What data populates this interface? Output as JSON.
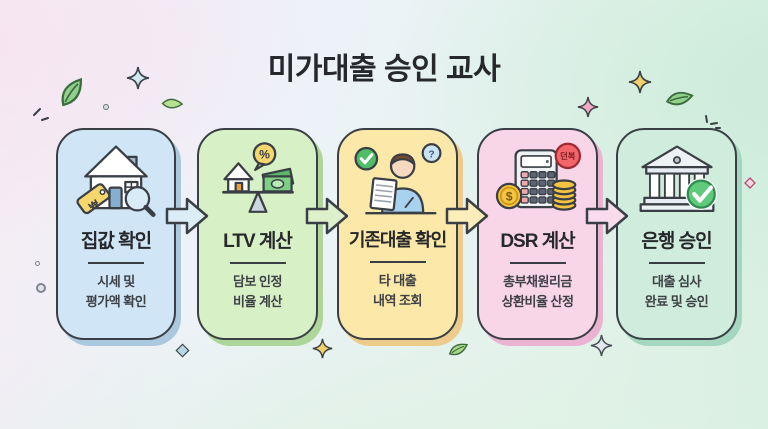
{
  "title": "미가대출 승인 교사",
  "steps": [
    {
      "title": "집값 확인",
      "subtitle_line1": "시세 및",
      "subtitle_line2": "평가액 확인",
      "icon": "house-price-search-icon",
      "tag_glyph": "₩",
      "bg": "#d0e5f6",
      "shadow": "#aac9de",
      "arrow_color": "#dcedf8"
    },
    {
      "title": "LTV 계산",
      "subtitle_line1": "담보 인정",
      "subtitle_line2": "비율 계산",
      "icon": "ltv-scale-icon",
      "percent_glyph": "%",
      "bg": "#d8f0c6",
      "shadow": "#aed69a",
      "arrow_color": "#dcf1cb"
    },
    {
      "title": "기존대출 확인",
      "subtitle_line1": "타 대출",
      "subtitle_line2": "내역 조회",
      "icon": "existing-loan-review-icon",
      "question_glyph": "?",
      "bg": "#fce8a9",
      "shadow": "#eccb8b",
      "arrow_color": "#fdeeb9"
    },
    {
      "title": "DSR 계산",
      "subtitle_line1": "총부채원리금",
      "subtitle_line2": "상환비율 산정",
      "icon": "dsr-calculator-icon",
      "dollar_glyph": "$",
      "badge": "던복",
      "bg": "#f9d5e8",
      "shadow": "#eab3d2",
      "arrow_color": "#f9dcec"
    },
    {
      "title": "은행 승인",
      "subtitle_line1": "대출 심사",
      "subtitle_line2": "완료 및 승인",
      "icon": "bank-approval-icon",
      "bg": "#cfecdc",
      "shadow": "#a5d6bf"
    }
  ],
  "decorations": [
    {
      "name": "leaf-icon",
      "color": "#8fd08a"
    },
    {
      "name": "sparkle-icon-blue",
      "color": "#cfe9f2"
    },
    {
      "name": "sparkle-icon-pink",
      "color": "#f2a9c4"
    },
    {
      "name": "star-icon-yellow",
      "color": "#f2d06b"
    },
    {
      "name": "star-icon-gray",
      "color": "#e3e9ee"
    },
    {
      "name": "diamond-icon-blue",
      "color": "#b9d6e6"
    },
    {
      "name": "diamond-icon-pink",
      "color": "#e88aa8"
    }
  ],
  "colors": {
    "card_border": "#3a3f45",
    "title_text": "#26282b",
    "subtitle_text": "#3d4045",
    "background_left": "#f5ebf3",
    "background_center": "#edf3f9",
    "background_right": "#d9f0e1"
  }
}
